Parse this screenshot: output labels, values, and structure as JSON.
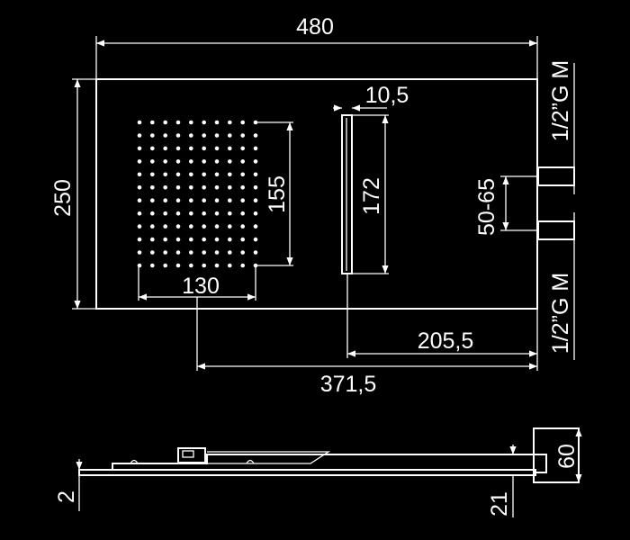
{
  "colors": {
    "background": "#000000",
    "lines": "#ffffff"
  },
  "dimensions": {
    "width_total": "480",
    "height_total": "250",
    "slot_width": "10,5",
    "slot_height": "172",
    "nozzle_grid_height": "155",
    "nozzle_grid_width": "130",
    "inlet_spacing": "50-65",
    "connection_top": "1/2”G M",
    "connection_bottom": "1/2”G M",
    "slot_to_edge": "205,5",
    "grid_to_edge": "371,5",
    "profile_thickness": "2",
    "body_depth": "21",
    "bracket_height": "60"
  }
}
